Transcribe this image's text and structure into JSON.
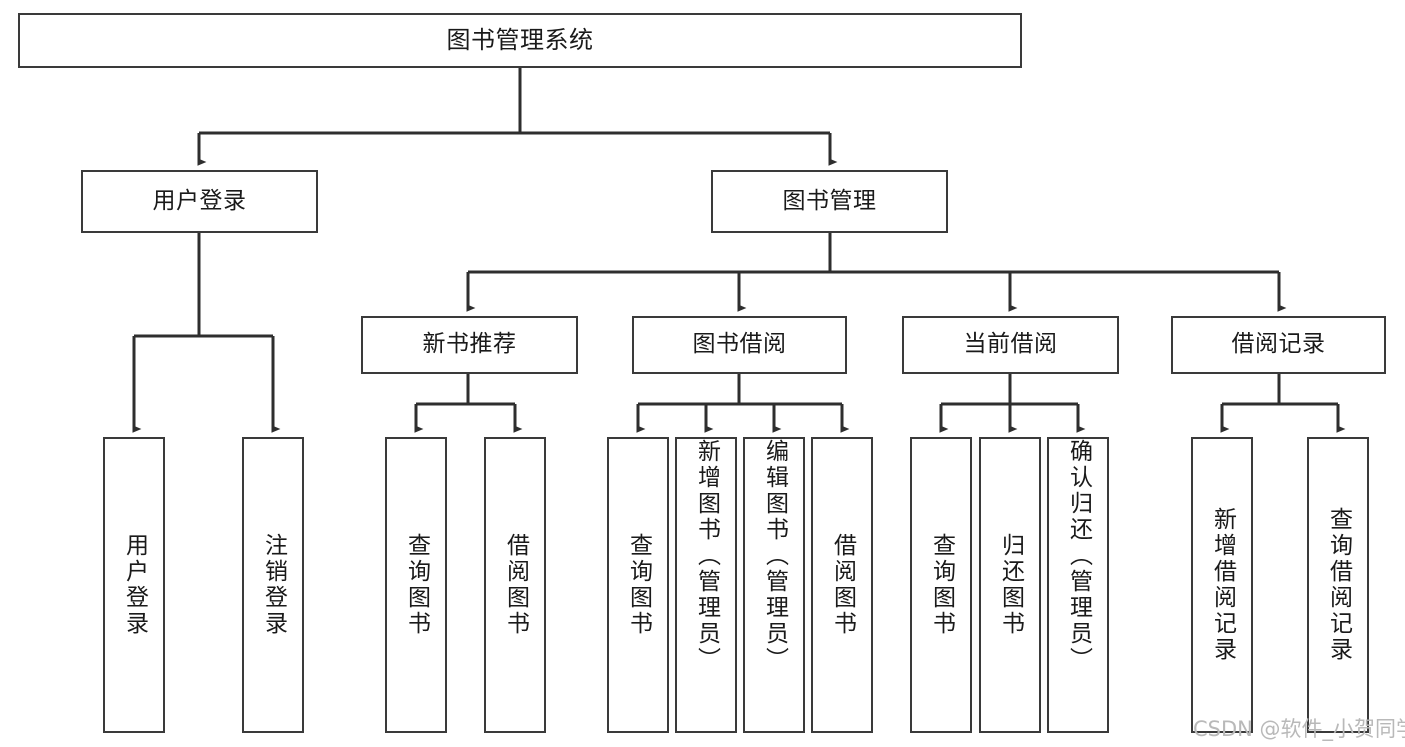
{
  "diagram": {
    "type": "tree-hierarchy-chart",
    "title": "图书管理系统",
    "watermark": "CSDN @软件_小贺同学",
    "colors": {
      "box_border": "#3a3a3a",
      "box_fill": "#ffffff",
      "connector": "#2e2e2e",
      "text": "#1a1a1a",
      "watermark": "#b9b9b9",
      "background": "#ffffff"
    },
    "root": {
      "id": "root",
      "label": "图书管理系统",
      "orientation": "horizontal"
    },
    "level2": [
      {
        "id": "user-login",
        "label": "用户登录",
        "orientation": "horizontal"
      },
      {
        "id": "book-manage",
        "label": "图书管理",
        "orientation": "horizontal"
      }
    ],
    "level3": [
      {
        "id": "new-book-recommend",
        "label": "新书推荐",
        "orientation": "horizontal",
        "parent": "book-manage"
      },
      {
        "id": "book-borrow",
        "label": "图书借阅",
        "orientation": "horizontal",
        "parent": "book-manage"
      },
      {
        "id": "current-borrow",
        "label": "当前借阅",
        "orientation": "horizontal",
        "parent": "book-manage"
      },
      {
        "id": "borrow-record",
        "label": "借阅记录",
        "orientation": "horizontal",
        "parent": "book-manage"
      }
    ],
    "leaves": [
      {
        "id": "leaf-user-login",
        "label": "用户登录",
        "orientation": "vertical",
        "parent": "user-login"
      },
      {
        "id": "leaf-user-logout",
        "label": "注销登录",
        "orientation": "vertical",
        "parent": "user-login"
      },
      {
        "id": "leaf-query-book-1",
        "label": "查询图书",
        "orientation": "vertical",
        "parent": "new-book-recommend"
      },
      {
        "id": "leaf-borrow-book-1",
        "label": "借阅图书",
        "orientation": "vertical",
        "parent": "new-book-recommend"
      },
      {
        "id": "leaf-query-book-2",
        "label": "查询图书",
        "orientation": "vertical",
        "parent": "book-borrow"
      },
      {
        "id": "leaf-add-book",
        "label": "新增图书（管理员）",
        "orientation": "vertical",
        "parent": "book-borrow"
      },
      {
        "id": "leaf-edit-book",
        "label": "编辑图书（管理员）",
        "orientation": "vertical",
        "parent": "book-borrow"
      },
      {
        "id": "leaf-borrow-book-2",
        "label": "借阅图书",
        "orientation": "vertical",
        "parent": "book-borrow"
      },
      {
        "id": "leaf-query-book-3",
        "label": "查询图书",
        "orientation": "vertical",
        "parent": "current-borrow"
      },
      {
        "id": "leaf-return-book",
        "label": "归还图书",
        "orientation": "vertical",
        "parent": "current-borrow"
      },
      {
        "id": "leaf-confirm-return",
        "label": "确认归还（管理员）",
        "orientation": "vertical",
        "parent": "current-borrow"
      },
      {
        "id": "leaf-add-record",
        "label": "新增借阅记录",
        "orientation": "vertical",
        "parent": "borrow-record"
      },
      {
        "id": "leaf-query-record",
        "label": "查询借阅记录",
        "orientation": "vertical",
        "parent": "borrow-record"
      }
    ]
  }
}
